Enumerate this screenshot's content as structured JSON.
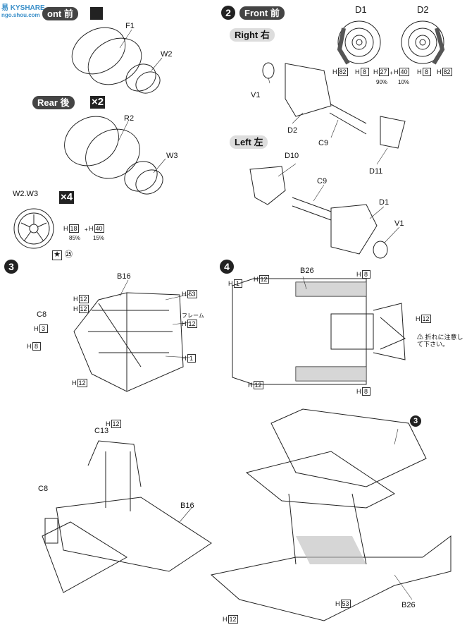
{
  "watermark": {
    "line1": "易 KYSHARE",
    "line2": "ngo.shou.com"
  },
  "step1": {
    "front_label": "ont 前",
    "rear_label": "Rear 後",
    "rear_mult": "×2",
    "wheel_mult": "×4",
    "wheel_parts": "W2.W3",
    "parts": {
      "f1": "F1",
      "w2": "W2",
      "r2": "R2",
      "w3": "W3"
    },
    "paint": {
      "h18": "18",
      "h40": "40",
      "p85": "85%",
      "p15": "15%",
      "ref": "㉕"
    }
  },
  "step2": {
    "number": "2",
    "title": "Front 前",
    "right_label": "Right 右",
    "left_label": "Left 左",
    "parts": {
      "v1a": "V1",
      "d2": "D2",
      "c9a": "C9",
      "d11": "D11",
      "d10": "D10",
      "c9b": "C9",
      "d1": "D1",
      "v1b": "V1"
    },
    "discs": {
      "d1": "D1",
      "d2": "D2",
      "h82a": "82",
      "h8a": "8",
      "h27": "27",
      "h40": "40",
      "p90": "90%",
      "p10": "10%",
      "h8b": "8",
      "h82b": "82"
    }
  },
  "step3": {
    "number": "3",
    "parts": {
      "b16": "B16",
      "c8": "C8",
      "frame": "フレーム"
    },
    "codes": {
      "h3": "3",
      "h8": "8",
      "h12a": "12",
      "h12b": "12",
      "h12c": "12",
      "h53": "53",
      "h12d": "12",
      "h1": "1"
    }
  },
  "step4": {
    "number": "4",
    "parts": {
      "b26": "B26"
    },
    "codes": {
      "h1": "1",
      "h12a": "12",
      "h8a": "8",
      "h12b": "12",
      "h12c": "12",
      "h8b": "8"
    },
    "note": "折れに注意して下さい。"
  },
  "assembly_left": {
    "parts": {
      "c13": "C13",
      "c8": "C8",
      "b16": "B16"
    },
    "codes": {
      "h12": "12"
    }
  },
  "assembly_right": {
    "parts": {
      "step3": "3",
      "b26": "B26"
    },
    "codes": {
      "h53": "53",
      "h12": "12"
    }
  },
  "h_prefix": "H"
}
